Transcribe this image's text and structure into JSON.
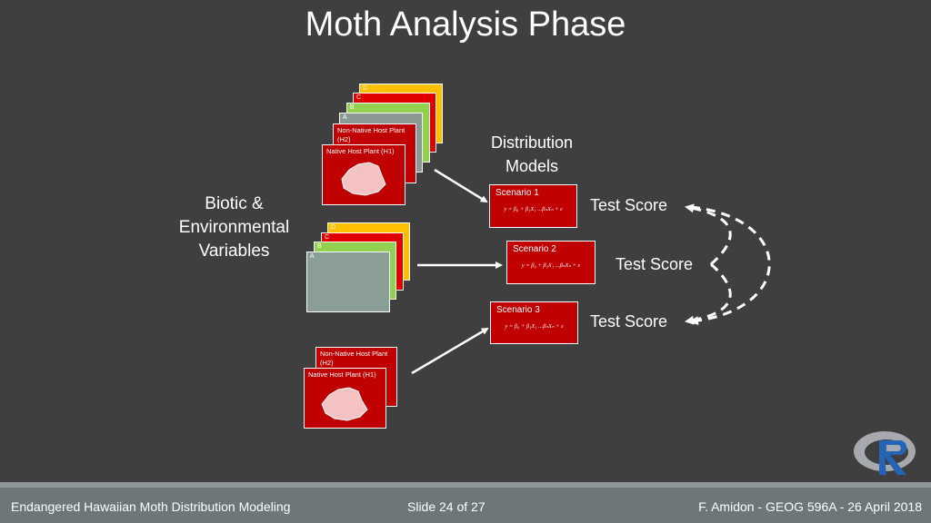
{
  "title": "Moth Analysis Phase",
  "labels": {
    "biotic": [
      "Biotic &",
      "Environmental",
      "Variables"
    ],
    "distribution": [
      "Distribution",
      "Models"
    ]
  },
  "stack_top": {
    "letters": [
      "D",
      "C",
      "B",
      "A"
    ],
    "h2": [
      "Non-Native Host Plant",
      "(H2)"
    ],
    "h1": "Native Host Plant (H1)"
  },
  "stack_mid": {
    "letters": [
      "D",
      "C",
      "B",
      "A"
    ]
  },
  "stack_bottom": {
    "h2": [
      "Non-Native Host Plant",
      "(H2)"
    ],
    "h1": "Native Host Plant (H1)"
  },
  "scenarios": [
    {
      "name": "Scenario 1",
      "equation": "y = β₀ + β₁X₁ ...βₙXₙ + ε"
    },
    {
      "name": "Scenario 2",
      "equation": "y = β₀ + β₁X₁ ...βₙXₙ + ε"
    },
    {
      "name": "Scenario 3",
      "equation": "y = β₀ + β₁X₁ ...βₙXₙ + ε"
    }
  ],
  "test_scores": [
    "Test Score",
    "Test Score",
    "Test Score"
  ],
  "logo": "R",
  "footer": {
    "left": "Endangered Hawaiian Moth Distribution Modeling",
    "center": "Slide 24 of 27",
    "right": "F. Amidon - GEOG 596A - 26 April 2018"
  },
  "colors": {
    "background": "#3f3f3f",
    "red": "#c00000",
    "green": "#92d050",
    "yellow": "#ffc000",
    "gray": "#7f9990",
    "footer": "#6e7777"
  },
  "icons": {
    "arrow": "arrow-icon",
    "island": "island-shape-icon",
    "r_logo": "r-logo-icon"
  }
}
